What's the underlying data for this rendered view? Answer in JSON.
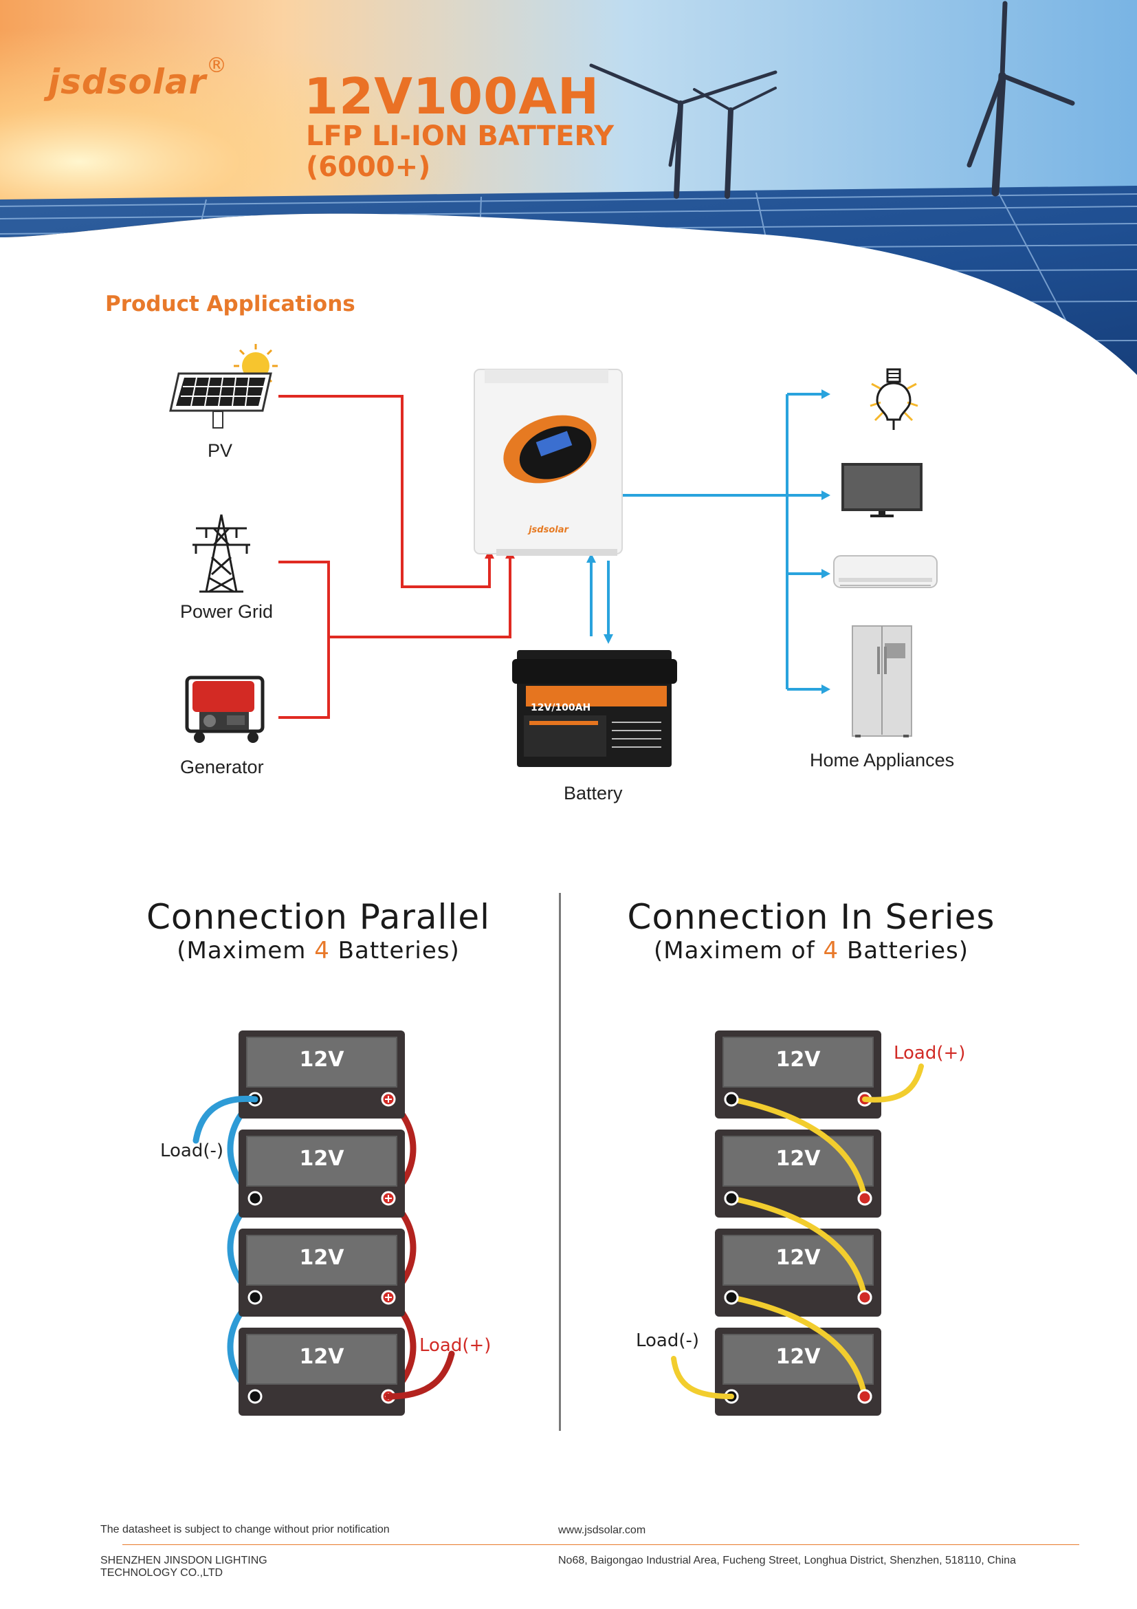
{
  "brand": {
    "logo": "jsdsolar",
    "registered": "®"
  },
  "header": {
    "title": "12V100AH",
    "subtitle_line1": "LFP LI-ION BATTERY",
    "subtitle_line2": "(6000+)"
  },
  "applications": {
    "title": "Product Applications",
    "sources": [
      "PV",
      "Power Grid",
      "Generator"
    ],
    "battery": "Battery",
    "battery_face": "12V/100AH",
    "inverter_brand": "jsdsolar",
    "loads": "Home Appliances",
    "appliance_icons": [
      "light-bulb-icon",
      "tv-icon",
      "air-conditioner-icon",
      "refrigerator-icon"
    ],
    "colors": {
      "source_line": "#e02a22",
      "load_line": "#29a3dd"
    }
  },
  "connection": {
    "parallel": {
      "title": "Connection Parallel",
      "sub_open": "(Maximem ",
      "sub_count": "4",
      "sub_close": " Batteries)",
      "batteries": [
        "12V",
        "12V",
        "12V",
        "12V"
      ],
      "load_negative": "Load(-)",
      "load_positive": "Load(+)"
    },
    "series": {
      "title": "Connection In Series",
      "sub_open": "(Maximem of ",
      "sub_count": "4",
      "sub_close": " Batteries)",
      "batteries": [
        "12V",
        "12V",
        "12V",
        "12V"
      ],
      "load_negative": "Load(-)",
      "load_positive": "Load(+)"
    },
    "colors": {
      "negative": "#2e9bd6",
      "positive": "#b3231f",
      "series": "#f2cd2e",
      "accent": "#e8792a"
    }
  },
  "footer": {
    "notice": "The datasheet is subject to change without prior notification",
    "website": "www.jsdsolar.com",
    "company_line1": "SHENZHEN JINSDON LIGHTING",
    "company_line2": "TECHNOLOGY CO.,LTD",
    "address": "No68, Baigongao Industrial Area, Fucheng Street, Longhua District, Shenzhen, 518110, China"
  }
}
